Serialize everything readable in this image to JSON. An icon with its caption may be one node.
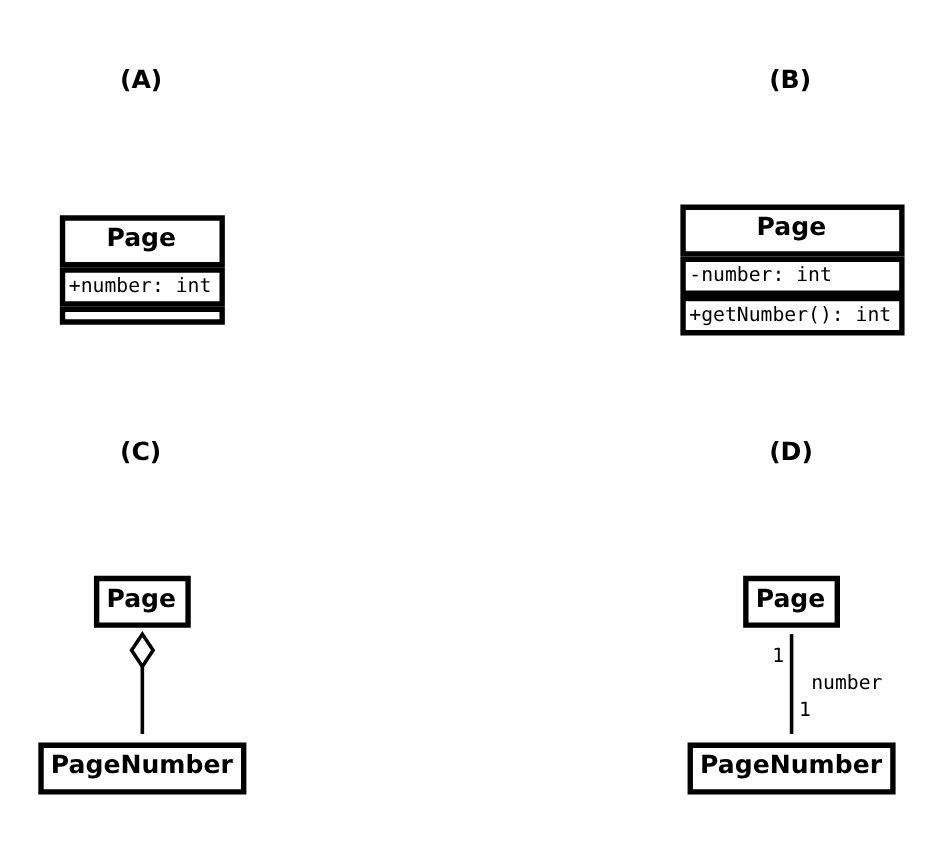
{
  "diagram": {
    "nodes": [
      {
        "text": [
          "Page",
          "+number: int"
        ]
      },
      {
        "text": [
          "Page",
          "-number: int",
          "+getNumber(): int"
        ]
      },
      {
        "text": [
          "Page"
        ]
      },
      {
        "text": [
          "PageNumber"
        ]
      },
      {
        "text": [
          "Page"
        ]
      },
      {
        "text": [
          "PageNumber"
        ]
      }
    ],
    "edges": [
      {
        "from": 2,
        "to": 3,
        "arrow": "other"
      },
      {
        "from": 4,
        "to": 5,
        "arrow": "none",
        "label": "number"
      }
    ],
    "labels": [
      "(A)",
      "(B)",
      "(C)",
      "(D)",
      "1",
      "1"
    ]
  }
}
